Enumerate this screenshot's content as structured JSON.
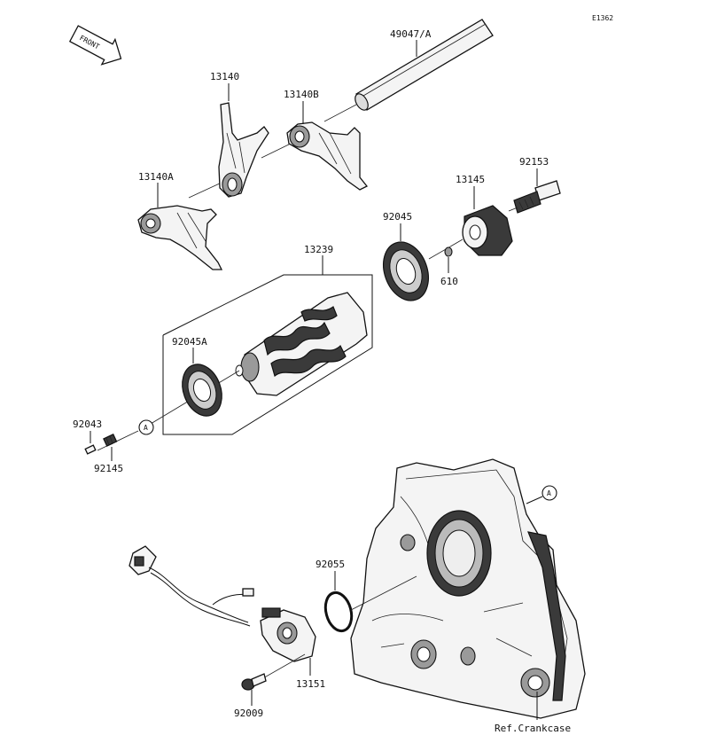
{
  "diagram": {
    "code": "E1362",
    "front_label": "FRONT",
    "ref_label": "Ref.Crankcase",
    "callout_letter": "A",
    "part_labels": {
      "shaft": "49047/A",
      "fork_a": "13140",
      "fork_b": "13140B",
      "fork_c": "13140A",
      "bolt_top": "92153",
      "holder": "13145",
      "bearing_right": "92045",
      "pin_610": "610",
      "drum": "13239",
      "bearing_left": "92045A",
      "dowel": "92043",
      "spring": "92145",
      "oring": "92055",
      "sensor": "13151",
      "bolt_bottom": "92009"
    }
  }
}
